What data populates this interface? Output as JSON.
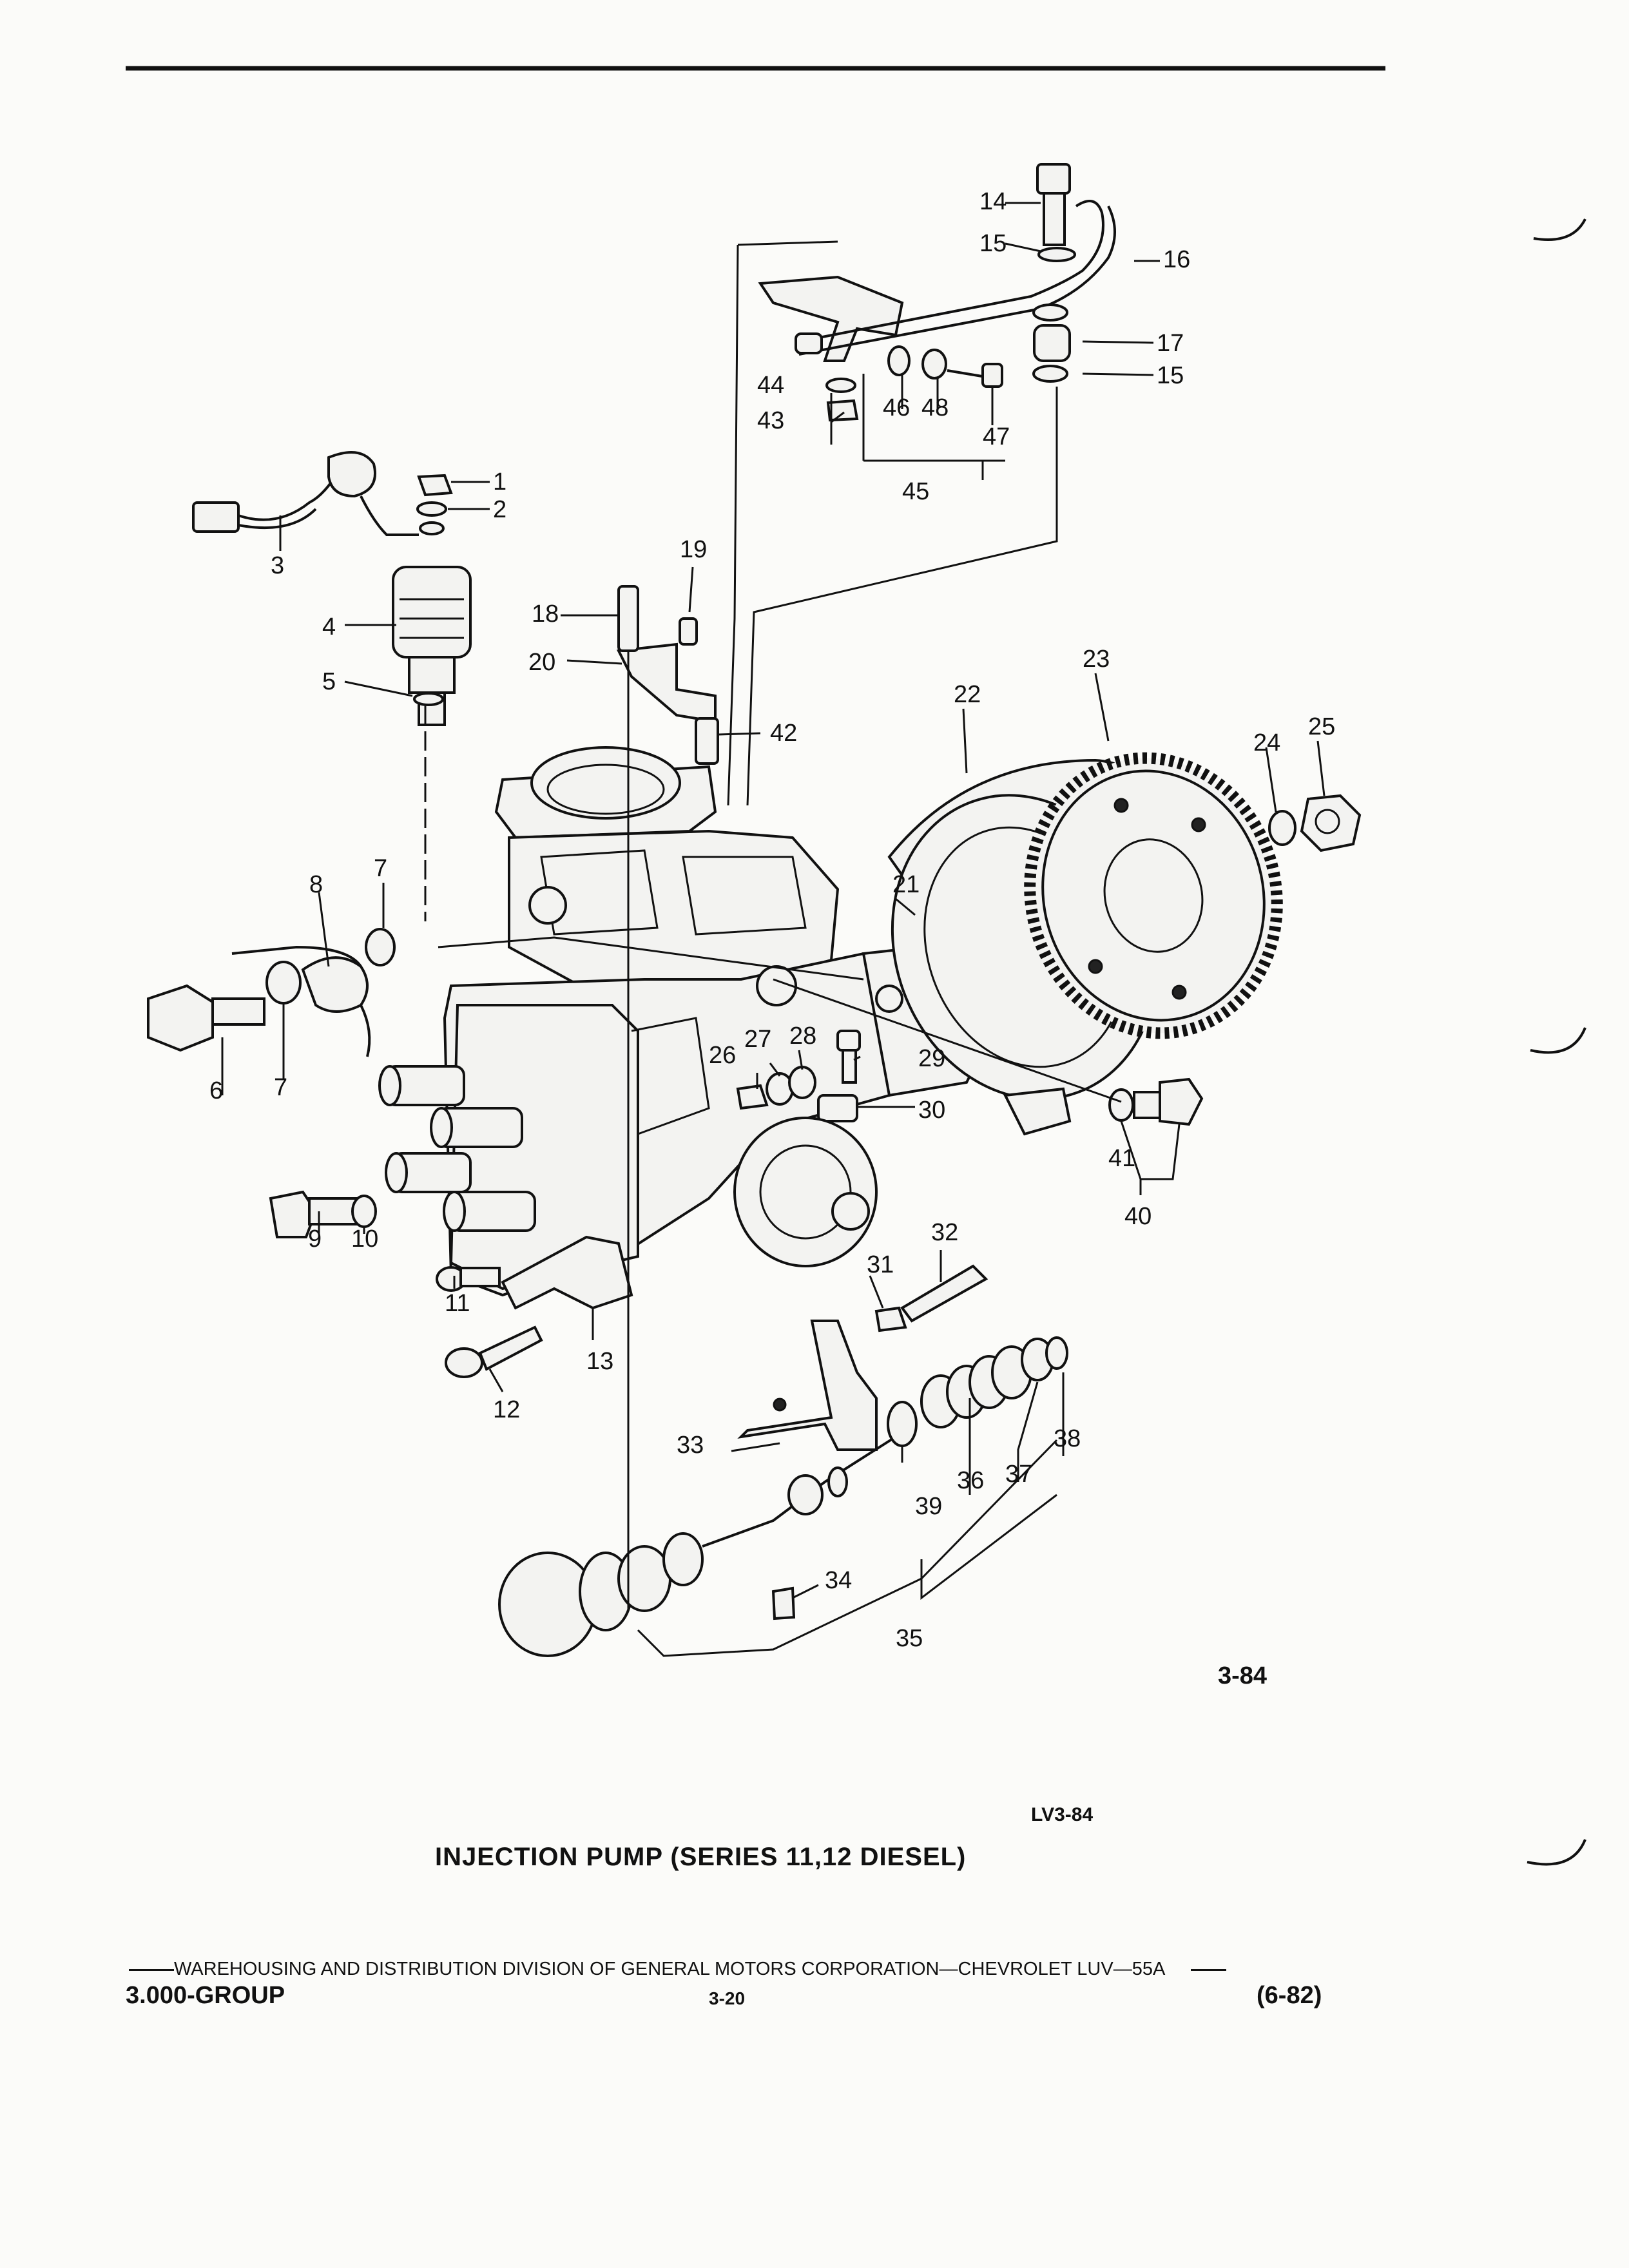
{
  "figure": {
    "title": "INJECTION PUMP (SERIES 11,12 DIESEL)",
    "figure_number": "3-84",
    "drawing_code": "LV3-84",
    "callouts": [
      "1",
      "2",
      "3",
      "4",
      "5",
      "6",
      "7",
      "7",
      "8",
      "9",
      "10",
      "11",
      "12",
      "13",
      "14",
      "15",
      "15",
      "16",
      "17",
      "18",
      "19",
      "20",
      "21",
      "22",
      "23",
      "24",
      "25",
      "26",
      "27",
      "28",
      "29",
      "30",
      "31",
      "32",
      "33",
      "34",
      "35",
      "36",
      "37",
      "38",
      "39",
      "40",
      "41",
      "42",
      "43",
      "44",
      "45",
      "46",
      "47",
      "48"
    ]
  },
  "footer": {
    "division_line": "WAREHOUSING AND DISTRIBUTION  DIVISION OF GENERAL MOTORS CORPORATION—CHEVROLET LUV—55A",
    "group": "3.000-GROUP",
    "page": "3-20",
    "date": "(6-82)"
  }
}
